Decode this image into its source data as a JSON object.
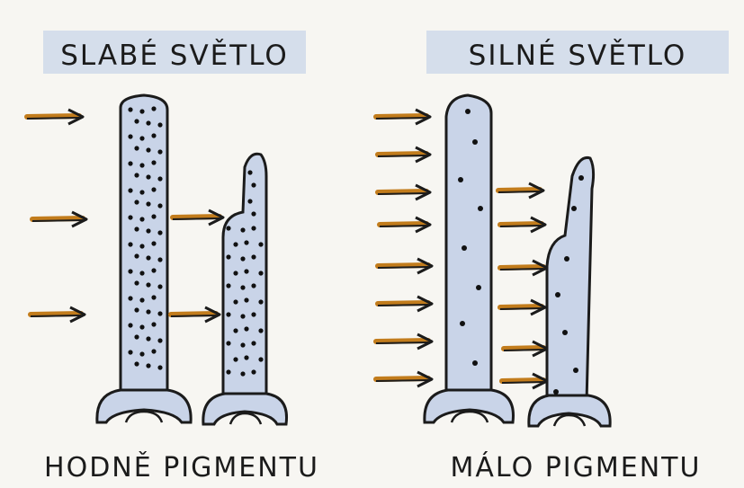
{
  "panels": [
    {
      "heading": "SLABÉ SVĚTLO",
      "caption": "HODNĚ PIGMENTU"
    },
    {
      "heading": "SILNÉ SVĚTLO",
      "caption": "MÁLO PIGMENTU"
    }
  ],
  "colors": {
    "paper": "#f7f6f2",
    "label_highlight": "#cfd9ea",
    "cell_fill": "#c9d4e8",
    "outline": "#1b1b1b",
    "arrow": "#c27c1c",
    "pigment": "#111111"
  },
  "icons": [
    "light-arrow-icon",
    "pigment-dot",
    "photoreceptor-cell"
  ]
}
